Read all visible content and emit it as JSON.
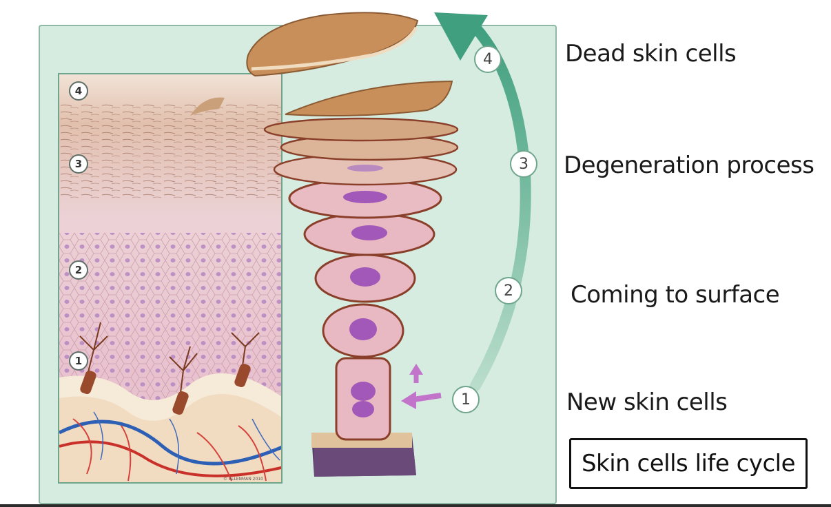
{
  "stages": [
    {
      "number": "1",
      "label": "New skin cells"
    },
    {
      "number": "2",
      "label": "Coming to surface"
    },
    {
      "number": "3",
      "label": "Degeneration process"
    },
    {
      "number": "4",
      "label": "Dead skin cells"
    }
  ],
  "caption": "Skin cells life cycle",
  "credit": "© ALLENMAN 2010",
  "colors": {
    "panel_bg": "#d6ece0",
    "arrow": "#4fa888",
    "cell_pink": "#e8b9c2",
    "nucleus": "#a258b8",
    "dead_cell": "#c98f5a"
  }
}
